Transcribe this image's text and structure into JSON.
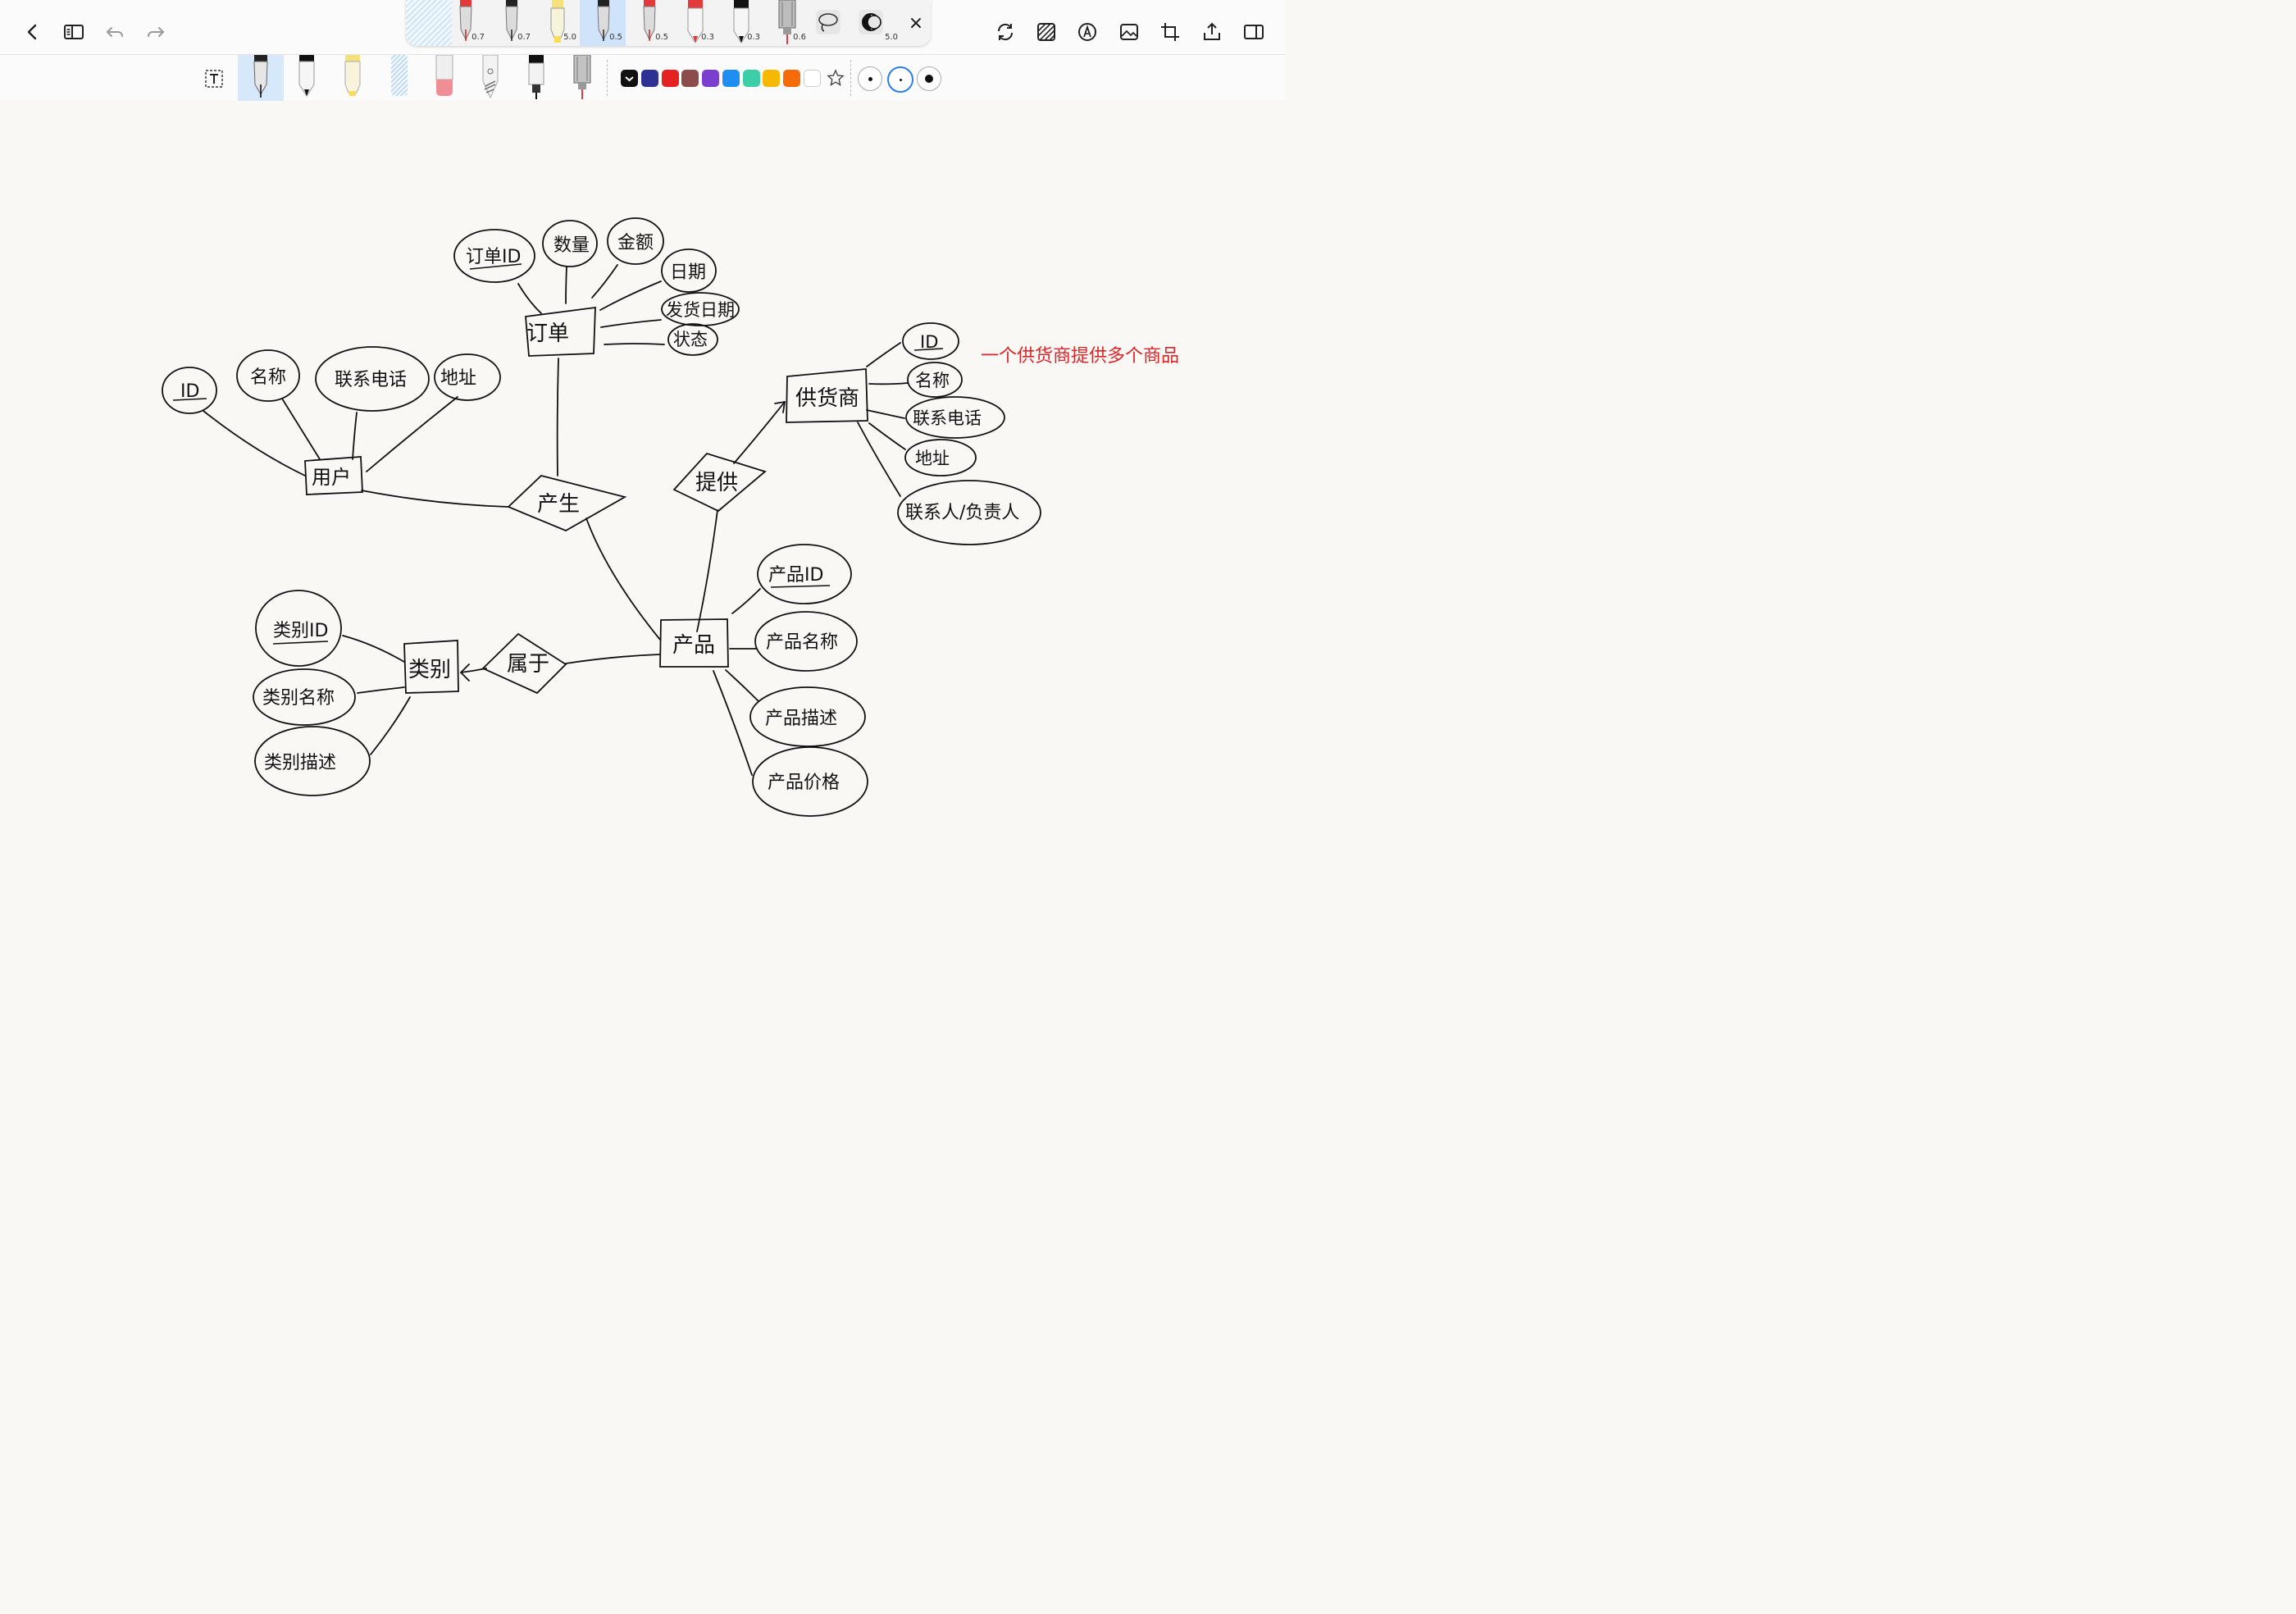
{
  "toolbar": {
    "pen_sizes": [
      "0.7",
      "0.7",
      "5.0",
      "0.5",
      "0.5",
      "0.3",
      "0.3",
      "0.6",
      "5.0"
    ],
    "close_label": "×"
  },
  "colors": [
    "#111111",
    "#2e3191",
    "#e52222",
    "#8b4c4c",
    "#7a3fcf",
    "#1e8ef0",
    "#3ccfa6",
    "#f6b800",
    "#f56b0a",
    "#ffffff"
  ],
  "diagram": {
    "entities": {
      "order": "订单",
      "user": "用户",
      "supplier": "供货商",
      "product": "产品",
      "category": "类别"
    },
    "relations": {
      "generate": "产生",
      "supply": "提供",
      "belongs": "属于"
    },
    "attributes": {
      "order_id": "订单ID",
      "quantity": "数量",
      "amount": "金额",
      "date": "日期",
      "ship_date": "发货日期",
      "status": "状态",
      "user_id": "ID",
      "user_name": "名称",
      "user_phone": "联系电话",
      "user_address": "地址",
      "supplier_id": "ID",
      "supplier_name": "名称",
      "supplier_phone": "联系电话",
      "supplier_address": "地址",
      "supplier_contact": "联系人/负责人",
      "product_id": "产品ID",
      "product_name": "产品名称",
      "product_desc": "产品描述",
      "product_price": "产品价格",
      "category_id": "类别ID",
      "category_name": "类别名称",
      "category_desc": "类别描述"
    },
    "note": "一个供货商提供多个商品"
  }
}
